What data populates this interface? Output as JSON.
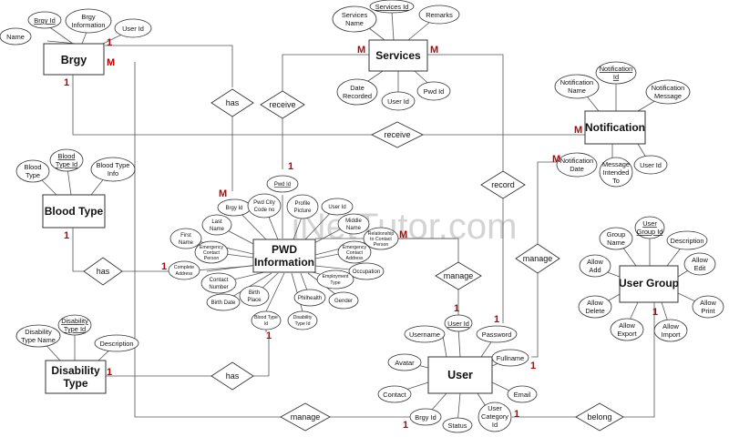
{
  "watermark": "iNetTutor.com",
  "entities": {
    "brgy": "Brgy",
    "services": "Services",
    "notification": "Notification",
    "blood_type": "Blood Type",
    "pwd_info_1": "PWD",
    "pwd_info_2": "Information",
    "disability_type_1": "Disability",
    "disability_type_2": "Type",
    "user": "User",
    "user_group": "User Group"
  },
  "relationships": {
    "has_brgy": "has",
    "receive_services": "receive",
    "receive_notif": "receive",
    "record": "record",
    "has_blood": "has",
    "manage_pwd": "manage",
    "manage_notif": "manage",
    "has_disability": "has",
    "manage_bottom": "manage",
    "belong": "belong"
  },
  "attributes": {
    "brgy_name": "Name",
    "brgy_id": "Brgy Id",
    "brgy_info_1": "Brgy",
    "brgy_info_2": "Information",
    "brgy_user_id": "User Id",
    "svc_name_1": "Services",
    "svc_name_2": "Name",
    "svc_id": "Services Id",
    "svc_remarks": "Remarks",
    "svc_date_1": "Date",
    "svc_date_2": "Recorded",
    "svc_user_id": "User Id",
    "svc_pwd_id": "Pwd Id",
    "notif_name_1": "Notification",
    "notif_name_2": "Name",
    "notif_id_1": "Notification",
    "notif_id_2": "Id",
    "notif_msg_1": "Notification",
    "notif_msg_2": "Message",
    "notif_date_1": "Notification",
    "notif_date_2": "Date",
    "notif_intended_1": "Message",
    "notif_intended_2": "Intended",
    "notif_intended_3": "To",
    "notif_user_id": "User Id",
    "bt_type_1": "Blood",
    "bt_type_2": "Type",
    "bt_id_1": "Blood",
    "bt_id_2": "Type Id",
    "bt_info_1": "Blood Type",
    "bt_info_2": "Info",
    "pwd_id": "Pwd Id",
    "pwd_brgy_id": "Brgy Id",
    "pwd_city_1": "Pwd City",
    "pwd_city_2": "Code no",
    "pwd_profile_1": "Profile",
    "pwd_profile_2": "Picture",
    "pwd_user_id": "User Id",
    "pwd_middle_1": "Middle",
    "pwd_middle_2": "Name",
    "pwd_last_1": "Last",
    "pwd_last_2": "Name",
    "pwd_first_1": "First",
    "pwd_first_2": "Name",
    "pwd_ecp_1": "Emergency",
    "pwd_ecp_2": "Contact",
    "pwd_ecp_3": "Person",
    "pwd_rel_1": "Relationship",
    "pwd_rel_2": "to Contact",
    "pwd_rel_3": "Person",
    "pwd_eca_1": "Emergency",
    "pwd_eca_2": "Contact",
    "pwd_eca_3": "Address",
    "pwd_caddr_1": "Complete",
    "pwd_caddr_2": "Address",
    "pwd_occupation": "Occupation",
    "pwd_emp_1": "Employment",
    "pwd_emp_2": "Type",
    "pwd_contact_1": "Contact",
    "pwd_contact_2": "Number",
    "pwd_birthdate": "Birth Date",
    "pwd_birthplace_1": "Birth",
    "pwd_birthplace_2": "Place",
    "pwd_philhealth": "Philhealth",
    "pwd_gender": "Gender",
    "pwd_btid_1": "Blood Type",
    "pwd_btid_2": "Id",
    "pwd_dtid_1": "Disability",
    "pwd_dtid_2": "Type Id",
    "dt_name_1": "Disability",
    "dt_name_2": "Type Name",
    "dt_id_1": "Disability",
    "dt_id_2": "Type Id",
    "dt_desc": "Description",
    "user_id": "User Id",
    "user_username": "Username",
    "user_password": "Password",
    "user_avatar": "Avatar",
    "user_fullname": "Fullname",
    "user_contact": "Contact",
    "user_email": "Email",
    "user_brgy_id": "Brgy Id",
    "user_status": "Status",
    "user_cat_1": "User",
    "user_cat_2": "Category",
    "user_cat_3": "Id",
    "ug_name_1": "Group",
    "ug_name_2": "Name",
    "ug_id_1": "User",
    "ug_id_2": "Group Id",
    "ug_desc": "Description",
    "ug_add_1": "Allow",
    "ug_add_2": "Add",
    "ug_edit_1": "Allow",
    "ug_edit_2": "Edit",
    "ug_delete_1": "Allow",
    "ug_delete_2": "Delete",
    "ug_print_1": "Allow",
    "ug_print_2": "Print",
    "ug_export_1": "Allow",
    "ug_export_2": "Export",
    "ug_import_1": "Allow",
    "ug_import_2": "Import"
  },
  "cardinality": {
    "one": "1",
    "many": "M"
  },
  "colors": {
    "cardinality": "#c00000",
    "line": "#555555",
    "border": "#333333"
  }
}
